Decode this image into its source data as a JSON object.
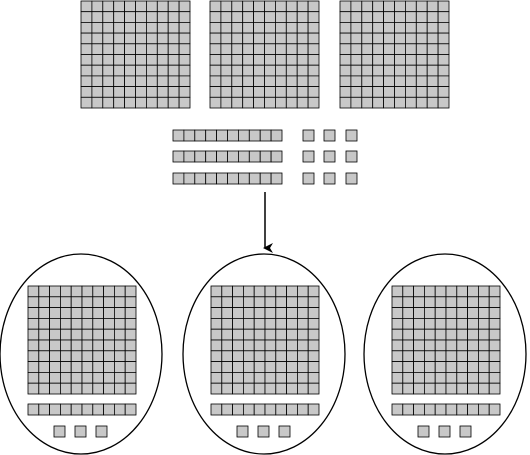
{
  "colors": {
    "block_fill": "#c8c8c8",
    "block_stroke": "#000000",
    "background": "#ffffff",
    "outline": "#000000"
  },
  "top": {
    "hundreds_blocks": 3,
    "ten_rods": 3,
    "unit_cubes": 9
  },
  "arrow": {
    "direction": "down"
  },
  "groups": [
    {
      "hundreds_blocks": 1,
      "ten_rods": 1,
      "unit_cubes": 3
    },
    {
      "hundreds_blocks": 1,
      "ten_rods": 1,
      "unit_cubes": 3
    },
    {
      "hundreds_blocks": 1,
      "ten_rods": 1,
      "unit_cubes": 3
    }
  ],
  "units": {
    "hundreds_block_size": 10,
    "ten_rod_length": 10
  }
}
